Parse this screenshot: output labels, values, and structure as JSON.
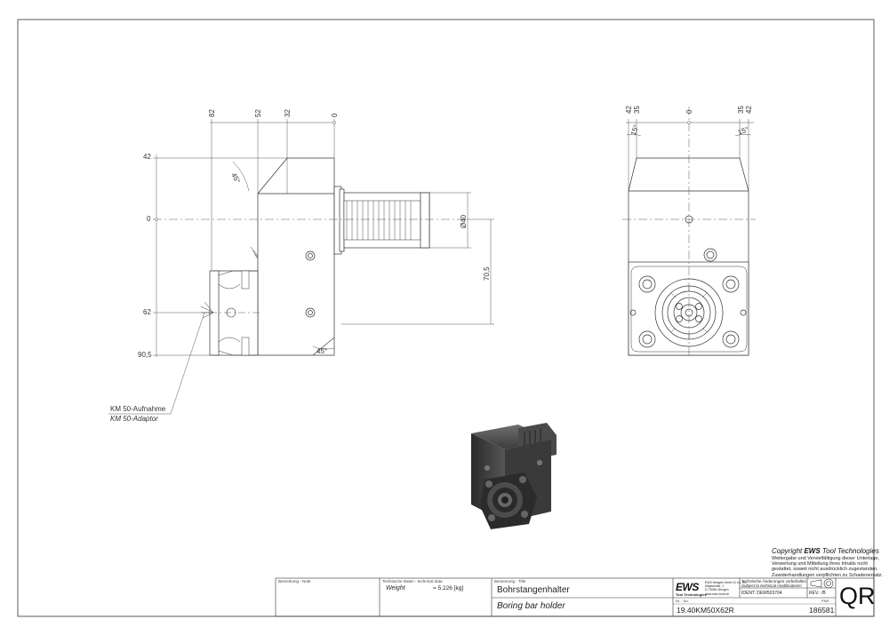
{
  "side_view": {
    "top_dims": [
      "82",
      "52",
      "32",
      "0"
    ],
    "left_dims": [
      "42",
      "0",
      "62",
      "90,5"
    ],
    "angle_top": "45°",
    "angle_bottom": "45°",
    "shank_diameter": "Ø40",
    "height_dim": "70,5"
  },
  "front_view": {
    "top_dims": [
      "42",
      "35",
      "0",
      "35",
      "42"
    ],
    "angle_left": "15°",
    "angle_right": "15°"
  },
  "callout": {
    "line1": "KM 50-Aufnahme",
    "line2": "KM 50-Adaptor"
  },
  "copyright": {
    "title_prefix": "Copyright ",
    "title_brand": "EWS",
    "title_suffix": " Tool Technologies",
    "lines": [
      "Weitergabe und Vervielfältigung dieser Unterlage,",
      "Verwertung und Mitteilung ihres Inhalts nicht",
      "gestattet, soweit nicht ausdrücklich zugestanden.",
      "Zuwiderhandlungen verpflichten zu Schadenersatz."
    ]
  },
  "title_block": {
    "remarks_label": "Bemerkung - Note",
    "tech_label": "Technische Daten - technical data",
    "weight_label": "Weight",
    "weight_value": "= 5.226 [kg]",
    "title_label": "Benennung - Title",
    "title_de": "Bohrstangenhalter",
    "title_en": "Boring bar holder",
    "logo_text": "EWS",
    "logo_sub": "Tool Technologies",
    "company_lines": [
      "EWS Weigele GmbH & Co. KG",
      "Maybachstr. 1",
      "D-73066 Uhingen",
      "www.ews-tools.de"
    ],
    "change_note_de": "Technische Änderungen vorbehalten",
    "change_note_en": "Subject to technical modifications!",
    "ident_label": "IDENT:",
    "ident_value": "DEW503704",
    "rev_label": "REV.:",
    "rev_value": "/B",
    "no_label": "Nr. - No.",
    "part_number": "19.40KM50X62R",
    "file_label": "PNR",
    "file_number": "186581",
    "qr": "QR"
  }
}
